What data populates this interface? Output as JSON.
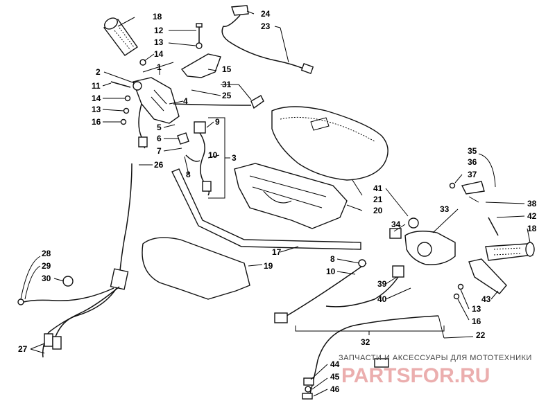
{
  "callouts": [
    {
      "id": "c18a",
      "text": "18"
    },
    {
      "id": "c12",
      "text": "12"
    },
    {
      "id": "c13a",
      "text": "13"
    },
    {
      "id": "c14a",
      "text": "14"
    },
    {
      "id": "c1",
      "text": "1"
    },
    {
      "id": "c15",
      "text": "15"
    },
    {
      "id": "c24",
      "text": "24"
    },
    {
      "id": "c23",
      "text": "23"
    },
    {
      "id": "c2",
      "text": "2"
    },
    {
      "id": "c11",
      "text": "11"
    },
    {
      "id": "c14b",
      "text": "14"
    },
    {
      "id": "c13b",
      "text": "13"
    },
    {
      "id": "c16a",
      "text": "16"
    },
    {
      "id": "c31",
      "text": "31"
    },
    {
      "id": "c25",
      "text": "25"
    },
    {
      "id": "c4",
      "text": "4"
    },
    {
      "id": "c5",
      "text": "5"
    },
    {
      "id": "c6",
      "text": "6"
    },
    {
      "id": "c7",
      "text": "7"
    },
    {
      "id": "c8a",
      "text": "8"
    },
    {
      "id": "c9",
      "text": "9"
    },
    {
      "id": "c10a",
      "text": "10"
    },
    {
      "id": "c3",
      "text": "3"
    },
    {
      "id": "c26",
      "text": "26"
    },
    {
      "id": "c35",
      "text": "35"
    },
    {
      "id": "c36",
      "text": "36"
    },
    {
      "id": "c37",
      "text": "37"
    },
    {
      "id": "c41",
      "text": "41"
    },
    {
      "id": "c21",
      "text": "21"
    },
    {
      "id": "c20",
      "text": "20"
    },
    {
      "id": "c33",
      "text": "33"
    },
    {
      "id": "c38",
      "text": "38"
    },
    {
      "id": "c42",
      "text": "42"
    },
    {
      "id": "c18b",
      "text": "18"
    },
    {
      "id": "c34",
      "text": "34"
    },
    {
      "id": "c17",
      "text": "17"
    },
    {
      "id": "c19",
      "text": "19"
    },
    {
      "id": "c8b",
      "text": "8"
    },
    {
      "id": "c10b",
      "text": "10"
    },
    {
      "id": "c39",
      "text": "39"
    },
    {
      "id": "c40",
      "text": "40"
    },
    {
      "id": "c43",
      "text": "43"
    },
    {
      "id": "c13c",
      "text": "13"
    },
    {
      "id": "c16b",
      "text": "16"
    },
    {
      "id": "c28",
      "text": "28"
    },
    {
      "id": "c29",
      "text": "29"
    },
    {
      "id": "c30",
      "text": "30"
    },
    {
      "id": "c27",
      "text": "27"
    },
    {
      "id": "c22",
      "text": "22"
    },
    {
      "id": "c32",
      "text": "32"
    },
    {
      "id": "c44",
      "text": "44"
    },
    {
      "id": "c45",
      "text": "45"
    },
    {
      "id": "c46",
      "text": "46"
    }
  ],
  "watermark": {
    "tagline": "ЗАПЧАСТИ И АКСЕССУАРЫ ДЛЯ МОТОТЕХНИКИ",
    "logo": "PARTSFOR.RU"
  },
  "colors": {
    "line": "#000000",
    "background": "#ffffff",
    "watermark_red": "#e8a0a0"
  }
}
